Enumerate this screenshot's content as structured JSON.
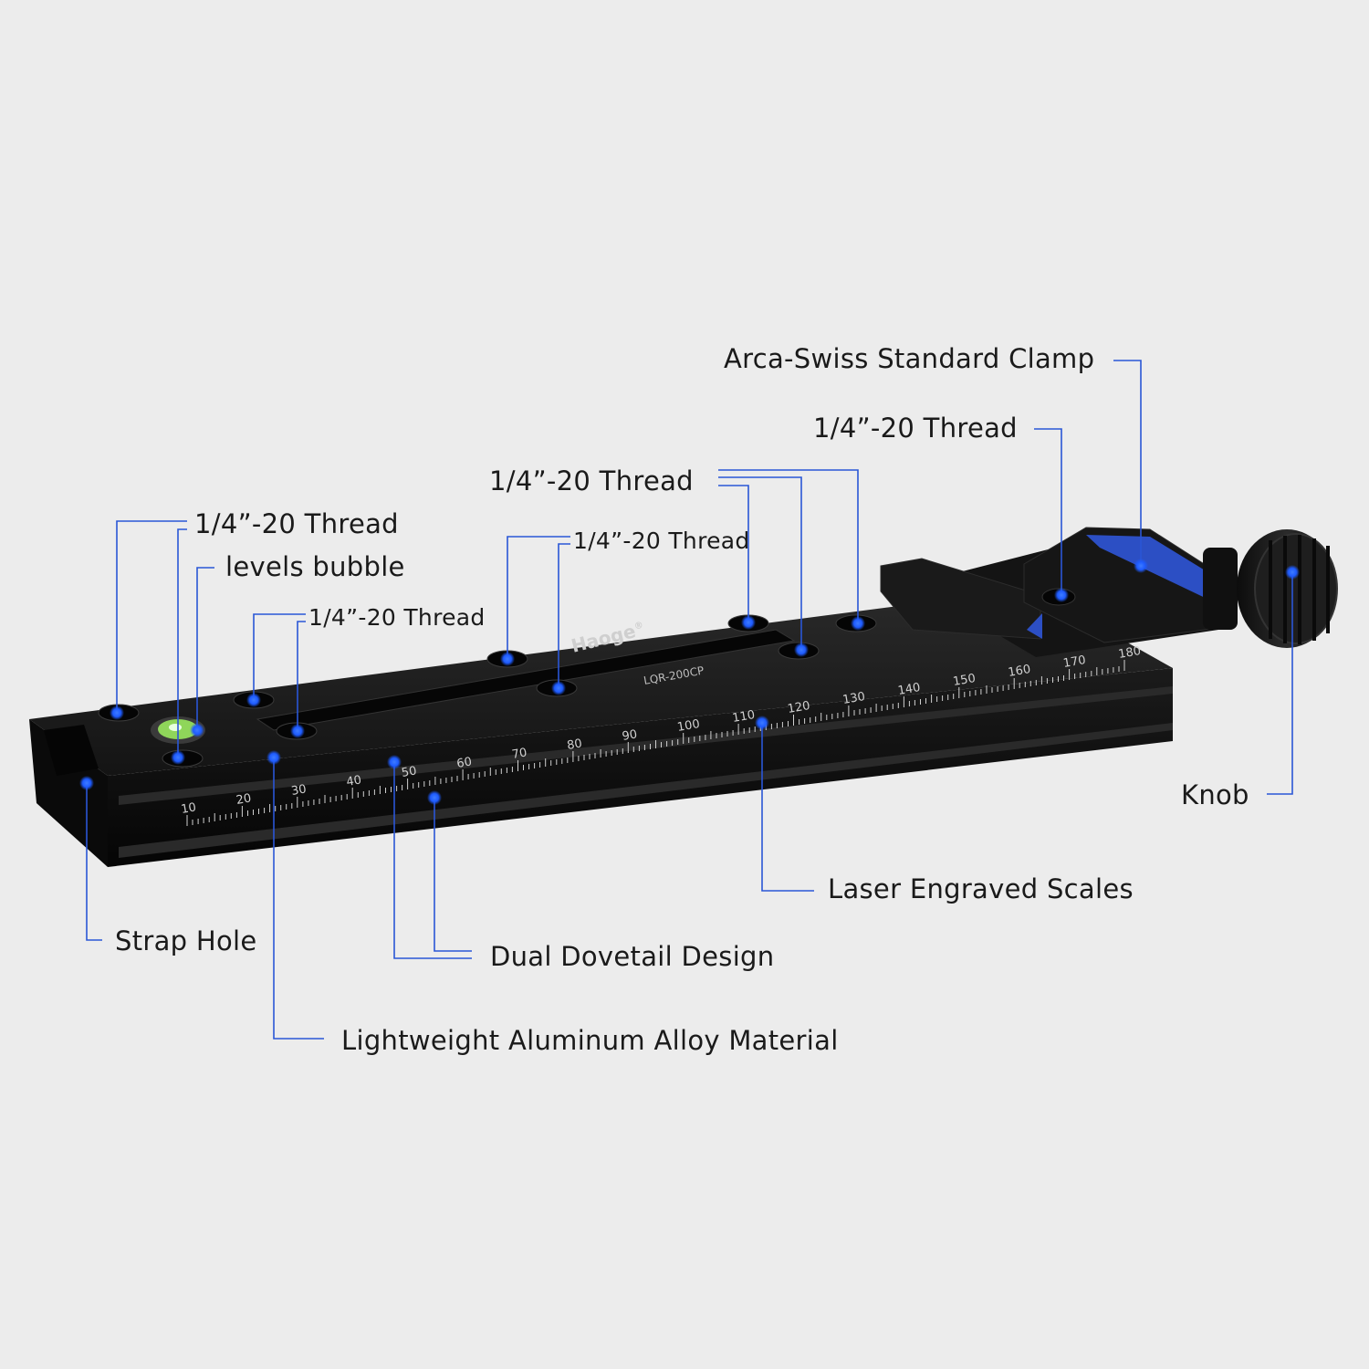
{
  "product": {
    "brand": "Haoge",
    "brand_mark": "®",
    "model": "LQR-200CP",
    "scale_labels": [
      "10",
      "20",
      "30",
      "40",
      "50",
      "60",
      "70",
      "80",
      "90",
      "100",
      "110",
      "120",
      "130",
      "140",
      "150",
      "160",
      "170",
      "180"
    ]
  },
  "callouts": {
    "arca_clamp": "Arca-Swiss Standard Clamp",
    "thread_clamp": "1/4”-20 Thread",
    "thread_upper_center": "1/4”-20 Thread",
    "thread_center": "1/4”-20 Thread",
    "thread_left": "1/4”-20 Thread",
    "levels_bubble": "levels bubble",
    "thread_left_mid": "1/4”-20 Thread",
    "knob": "Knob",
    "strap_hole": "Strap Hole",
    "dual_dovetail": "Dual Dovetail Design",
    "laser_scales": "Laser Engraved Scales",
    "aluminum": "Lightweight Aluminum Alloy Material"
  },
  "colors": {
    "background": "#ececec",
    "leader_line": "#2a56d6",
    "marker_dot": "#1e5bff",
    "rail_body": "#141414",
    "engraving": "#d0d0d0",
    "clamp_accent": "#2c4fc4"
  }
}
